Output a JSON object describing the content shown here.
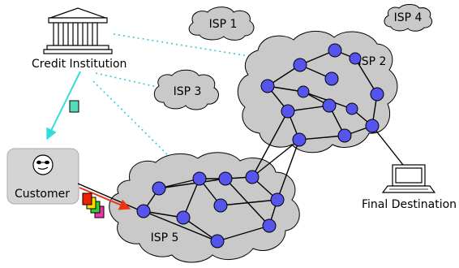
{
  "labels": {
    "credit_institution": "Credit Institution",
    "customer": "Customer",
    "final_destination": "Final Destination"
  },
  "isps": {
    "isp1": "ISP 1",
    "isp2": "ISP 2",
    "isp3": "ISP 3",
    "isp4": "ISP 4",
    "isp5": "ISP 5"
  },
  "colors": {
    "cloud_fill": "#c9c9c9",
    "router_fill": "#5555ee",
    "dotted_link": "#33cccc",
    "issue_arrow": "#33dddd",
    "payment_arrow": "#ee3311",
    "customer_box": "#d4d4d4"
  },
  "tokens": {
    "cheque_color": "#55ddbb",
    "coin_colors": [
      "#ee2200",
      "#ffdd00",
      "#33cc33",
      "#ee33aa"
    ]
  }
}
